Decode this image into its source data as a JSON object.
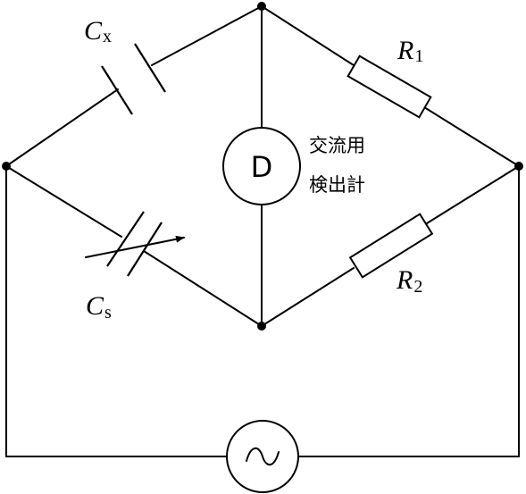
{
  "components": {
    "cx": {
      "symbol": "C",
      "subscript": "x"
    },
    "cs": {
      "symbol": "C",
      "subscript": "s"
    },
    "r1": {
      "symbol": "R",
      "subscript": "1"
    },
    "r2": {
      "symbol": "R",
      "subscript": "2"
    },
    "detector": {
      "symbol": "D",
      "caption_line1": "交流用",
      "caption_line2": "検出計"
    },
    "source": {
      "symbol": "~"
    }
  },
  "colors": {
    "line": "#000000",
    "background": "#ffffff"
  }
}
